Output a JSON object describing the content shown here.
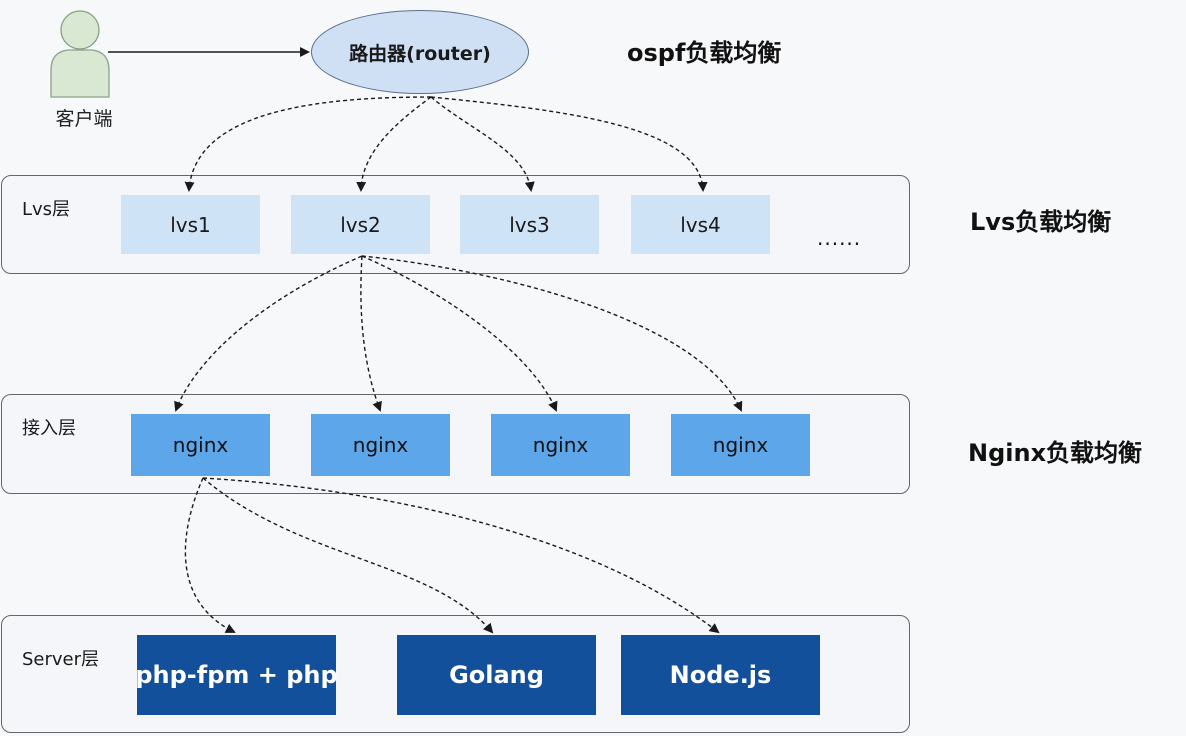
{
  "client": {
    "label": "客户端",
    "icon": "user-icon"
  },
  "router": {
    "label": "路由器(router)"
  },
  "side_titles": {
    "ospf": "ospf负载均衡",
    "lvs": "Lvs负载均衡",
    "nginx": "Nginx负载均衡"
  },
  "layers": {
    "lvs": {
      "label": "Lvs层",
      "nodes": [
        "lvs1",
        "lvs2",
        "lvs3",
        "lvs4"
      ],
      "more": "......"
    },
    "access": {
      "label": "接入层",
      "nodes": [
        "nginx",
        "nginx",
        "nginx",
        "nginx"
      ]
    },
    "server": {
      "label": "Server层",
      "nodes": [
        "php-fpm + php",
        "Golang",
        "Node.js"
      ]
    }
  },
  "colors": {
    "router_fill": "#cfe0f4",
    "lvs_node": "#cfe3f7",
    "nginx_node": "#5ea6ea",
    "server_node": "#12509c",
    "client_icon": "#d9e8d2"
  }
}
